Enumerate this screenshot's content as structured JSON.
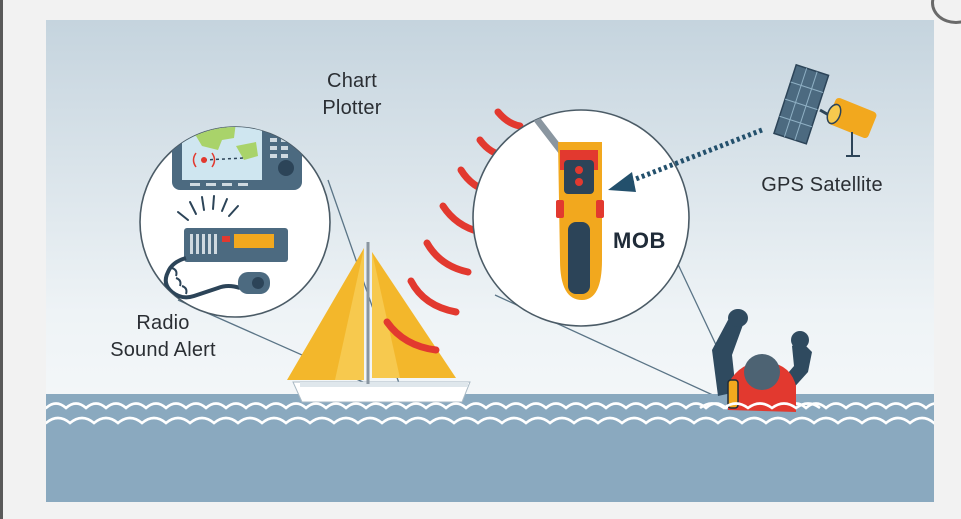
{
  "labels": {
    "chart_plotter_line1": "Chart",
    "chart_plotter_line2": "Plotter",
    "radio_line1": "Radio",
    "radio_line2": "Sound Alert",
    "gps": "GPS Satellite",
    "mob": "MOB"
  },
  "colors": {
    "sky_top": "#c7d6df",
    "sky_bottom": "#eef3f6",
    "sea": "#8aa9bf",
    "wave": "#ffffff",
    "sail": "#f3b72b",
    "signal": "#e2392f",
    "beacon": "#f2a81e",
    "navy": "#2c4458",
    "dotted": "#23506c"
  }
}
